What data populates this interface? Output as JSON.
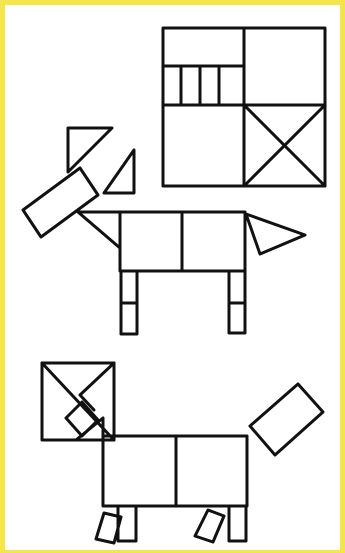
{
  "diagram": {
    "figures": [
      {
        "id": "tile-square",
        "parts": [
          "big-square",
          "bars-quadrant",
          "plain-quadrant",
          "plain-quadrant-2",
          "x-quadrant"
        ]
      },
      {
        "id": "dog",
        "parts": [
          "ear-triangle",
          "ear-triangle-2",
          "head-bar",
          "body-left",
          "body-right",
          "tail-triangle",
          "leg-left",
          "leg-right"
        ]
      },
      {
        "id": "cat",
        "parts": [
          "head-square-x",
          "body-left",
          "body-right",
          "tail-bar",
          "leg-front-left",
          "leg-front-right",
          "leg-back-left",
          "leg-back-right"
        ]
      }
    ],
    "stroke_color": "#111111",
    "frame_color": "#f4e64a",
    "background_color": "#ffffff"
  }
}
